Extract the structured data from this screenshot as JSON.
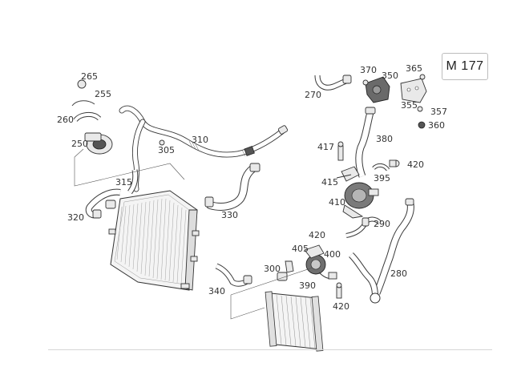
{
  "model_label": "M 177",
  "callouts": [
    {
      "id": "265",
      "text": "265"
    },
    {
      "id": "255",
      "text": "255"
    },
    {
      "id": "260",
      "text": "260"
    },
    {
      "id": "250",
      "text": "250"
    },
    {
      "id": "305",
      "text": "305"
    },
    {
      "id": "310",
      "text": "310"
    },
    {
      "id": "315",
      "text": "315"
    },
    {
      "id": "320",
      "text": "320"
    },
    {
      "id": "330",
      "text": "330"
    },
    {
      "id": "270",
      "text": "270"
    },
    {
      "id": "370",
      "text": "370"
    },
    {
      "id": "350",
      "text": "350"
    },
    {
      "id": "365",
      "text": "365"
    },
    {
      "id": "355",
      "text": "355"
    },
    {
      "id": "357",
      "text": "357"
    },
    {
      "id": "360",
      "text": "360"
    },
    {
      "id": "380",
      "text": "380"
    },
    {
      "id": "417",
      "text": "417"
    },
    {
      "id": "420a",
      "text": "420"
    },
    {
      "id": "395",
      "text": "395"
    },
    {
      "id": "415",
      "text": "415"
    },
    {
      "id": "410",
      "text": "410"
    },
    {
      "id": "290",
      "text": "290"
    },
    {
      "id": "420b",
      "text": "420"
    },
    {
      "id": "405",
      "text": "405"
    },
    {
      "id": "400",
      "text": "400"
    },
    {
      "id": "300",
      "text": "300"
    },
    {
      "id": "280",
      "text": "280"
    },
    {
      "id": "340",
      "text": "340"
    },
    {
      "id": "390",
      "text": "390"
    },
    {
      "id": "420c",
      "text": "420"
    }
  ]
}
